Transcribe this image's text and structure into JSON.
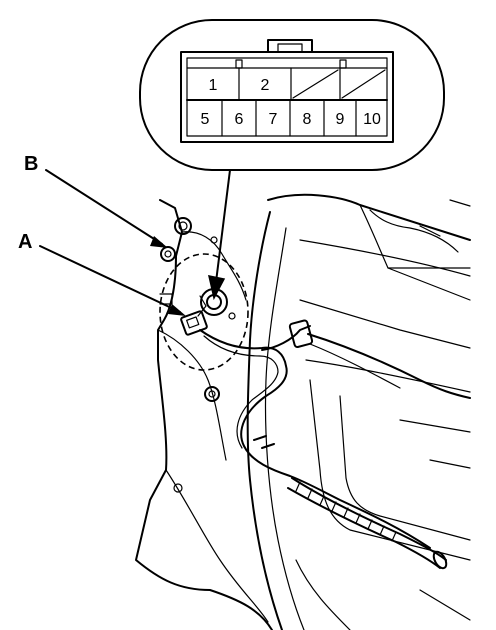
{
  "callouts": {
    "a": "A",
    "b": "B"
  },
  "connector": {
    "top_row": [
      "1",
      "2"
    ],
    "bottom_row": [
      "5",
      "6",
      "7",
      "8",
      "9",
      "10"
    ]
  }
}
